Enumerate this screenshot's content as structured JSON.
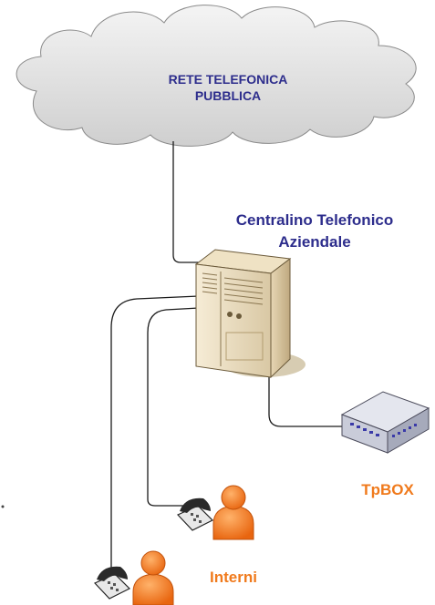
{
  "diagram": {
    "cloud": {
      "line1": "RETE TELEFONICA",
      "line2": "PUBBLICA"
    },
    "pbx": {
      "line1": "Centralino Telefonico",
      "line2": "Aziendale"
    },
    "tpbox": {
      "label": "TpBOX"
    },
    "interni": {
      "label": "Interni"
    }
  },
  "colors": {
    "label_blue": "#2d2d8c",
    "label_orange": "#f07a1c",
    "person_orange": "#f07a1c",
    "cloud_fill": "#e4e4e4"
  }
}
